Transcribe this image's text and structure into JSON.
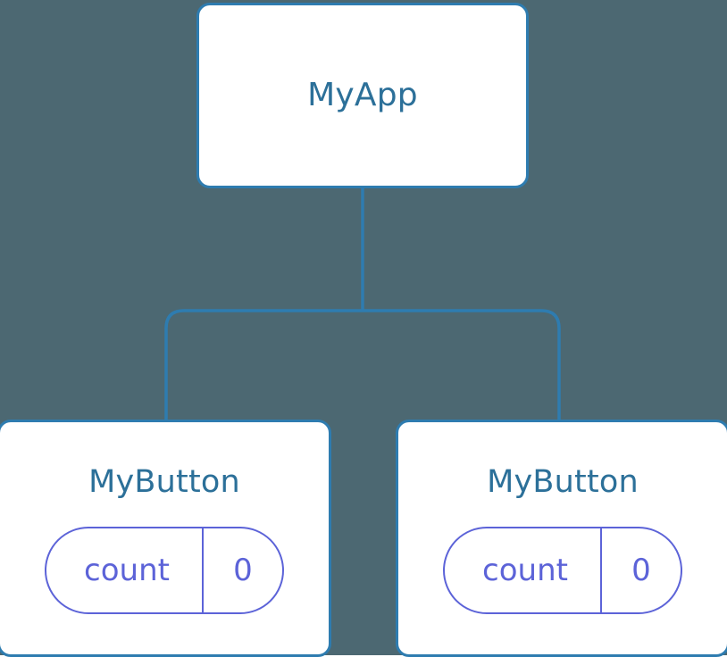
{
  "diagram": {
    "type": "component-tree",
    "background_color": "#4c6872",
    "node_fill_color": "#ffffff",
    "node_border_color": "#2e7cb0",
    "node_label_color": "#2c7099",
    "connector_color": "#2e7cb0",
    "state_accent_color": "#5c63d8",
    "root": {
      "label": "MyApp"
    },
    "children": [
      {
        "label": "MyButton",
        "state": {
          "key": "count",
          "value": "0"
        }
      },
      {
        "label": "MyButton",
        "state": {
          "key": "count",
          "value": "0"
        }
      }
    ]
  }
}
